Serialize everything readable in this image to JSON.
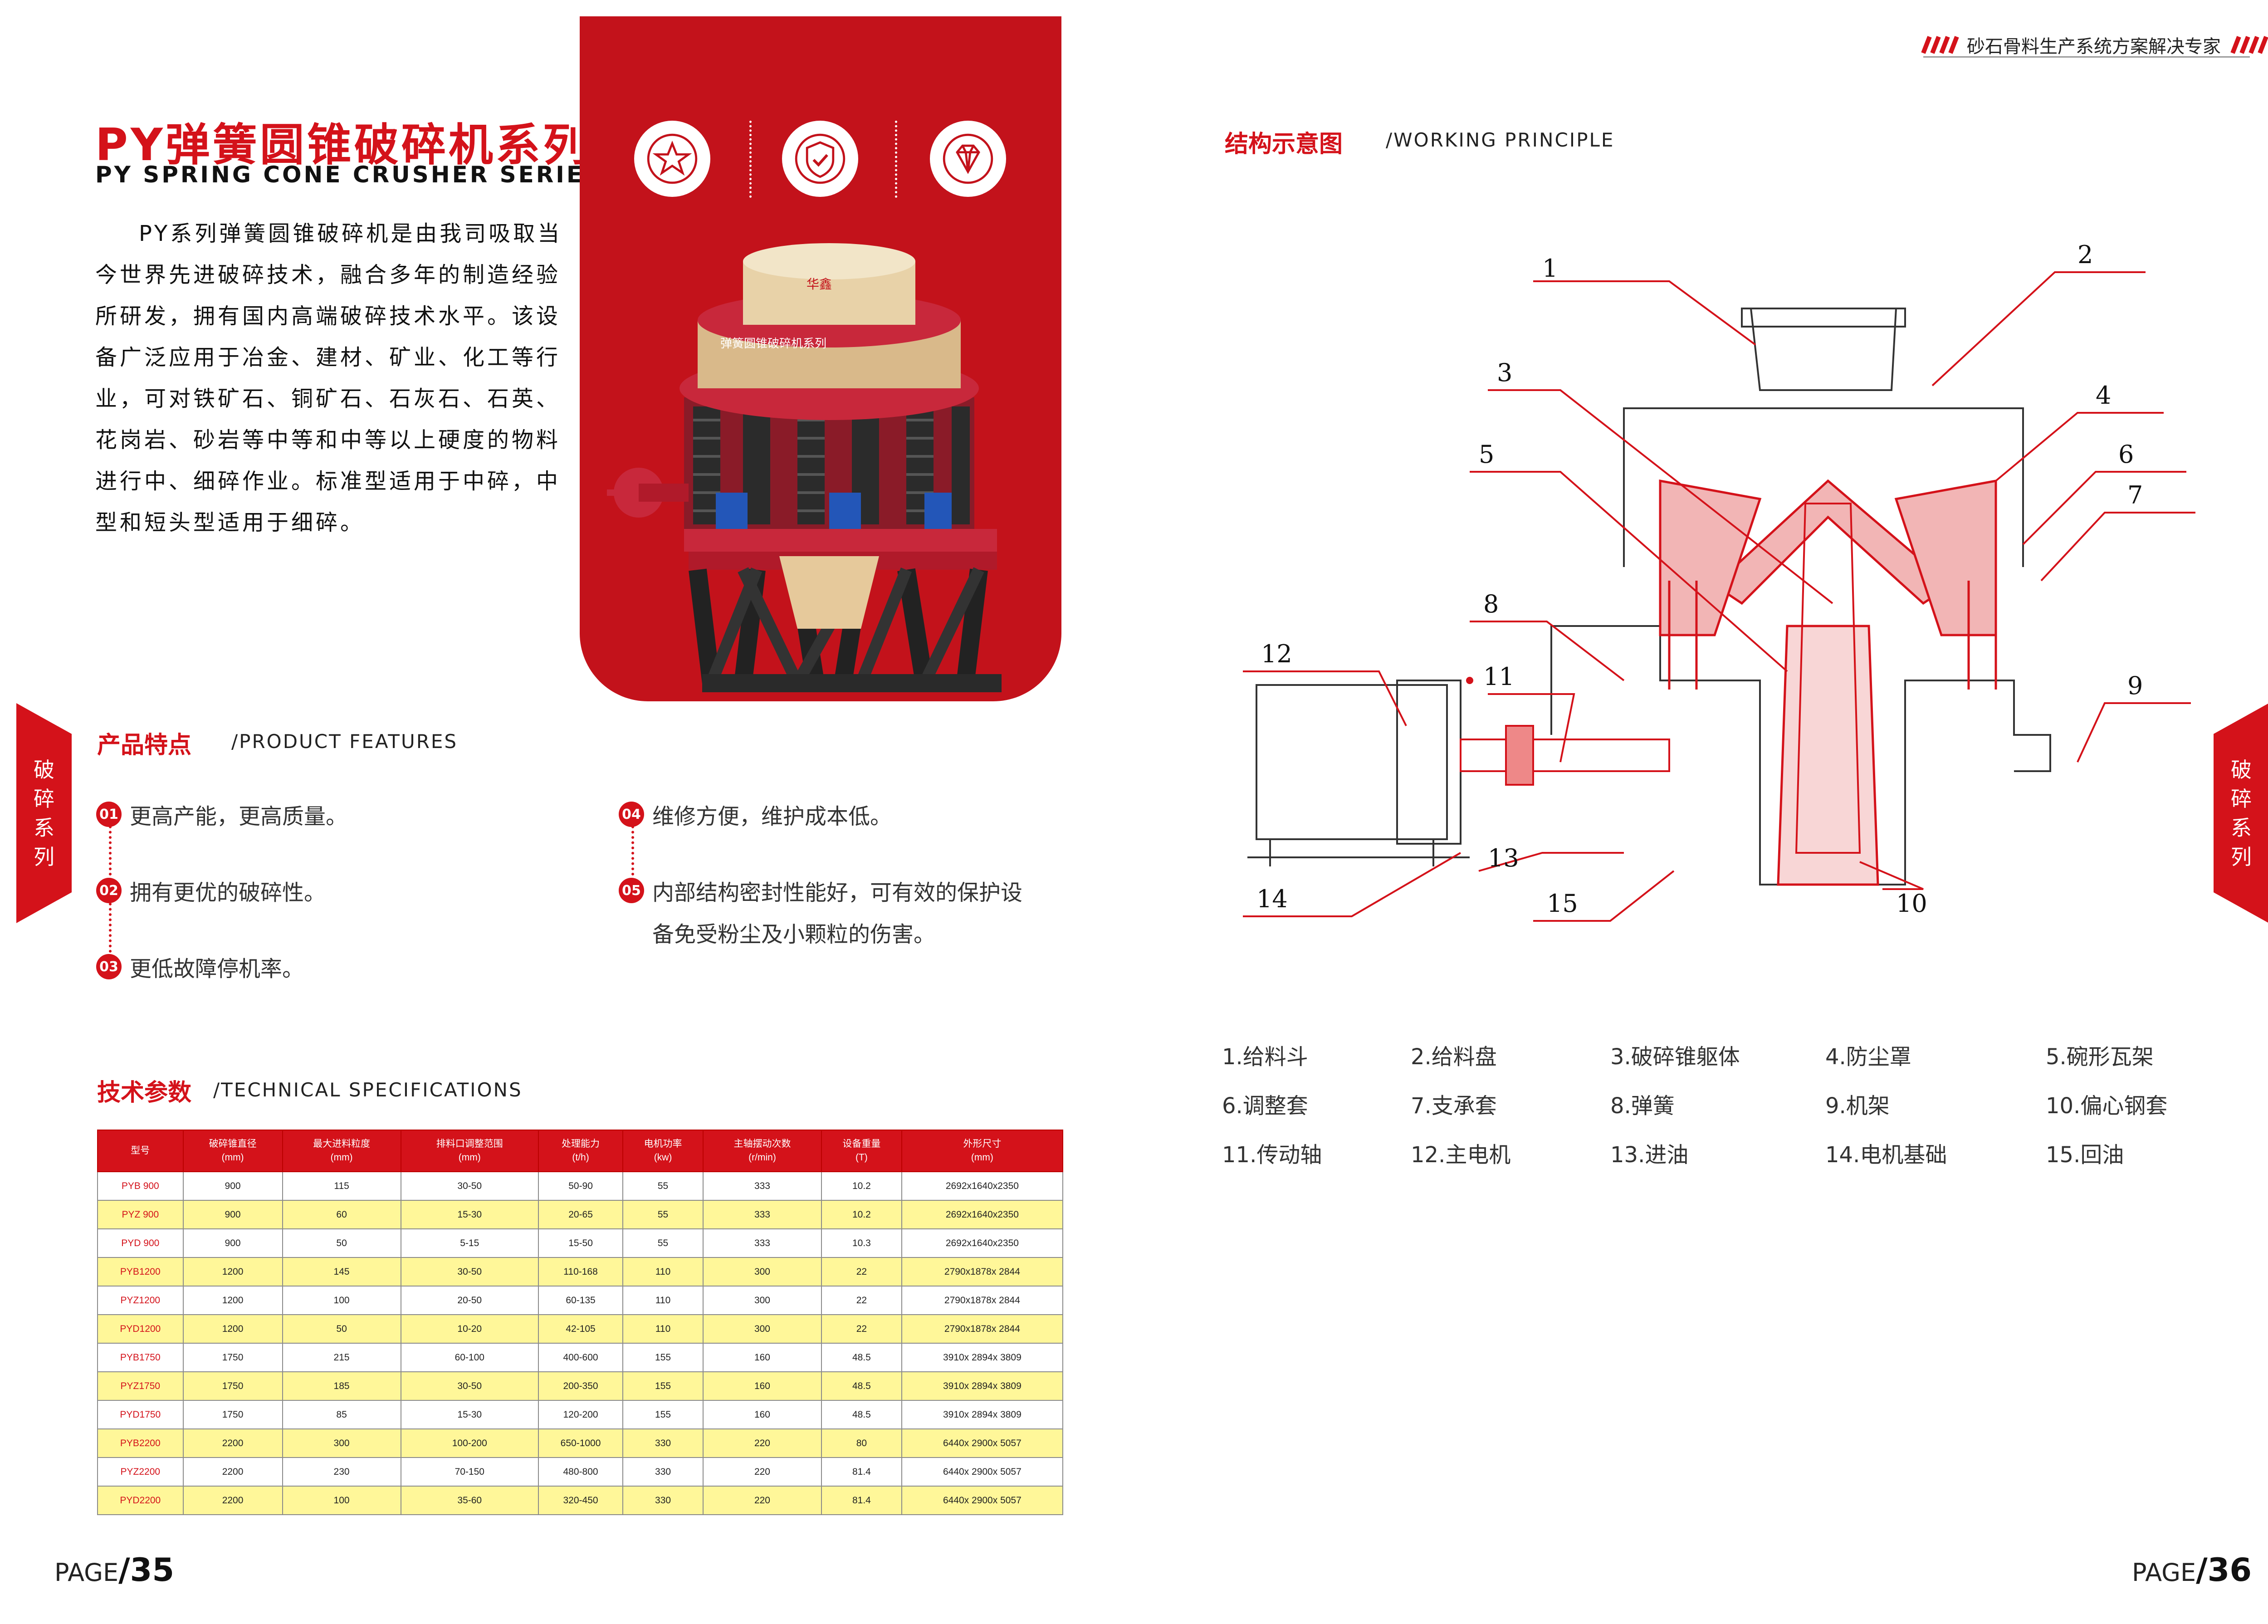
{
  "header": {
    "slogan": "砂石骨料生产系统方案解决专家"
  },
  "title": {
    "cn": "PY弹簧圆锥破碎机系列",
    "en": "PY SPRING CONE CRUSHER SERIES"
  },
  "intro": "PY系列弹簧圆锥破碎机是由我司吸取当今世界先进破碎技术，融合多年的制造经验所研发，拥有国内高端破碎技术水平。该设备广泛应用于冶金、建材、矿业、化工等行业，可对铁矿石、铜矿石、石灰石、石英、花岗岩、砂岩等中等和中等以上硬度的物料进行中、细碎作业。标准型适用于中碎，中型和短头型适用于细碎。",
  "panel": {
    "icons": [
      "medal-icon",
      "shield-check-icon",
      "diamond-icon"
    ],
    "machine_label": "弹簧圆锥破碎机系列",
    "machine_logo": "华鑫"
  },
  "features": {
    "title_cn": "产品特点",
    "title_en": "/PRODUCT FEATURES",
    "items": [
      {
        "num": "01",
        "text": "更高产能，更高质量。"
      },
      {
        "num": "02",
        "text": "拥有更优的破碎性。"
      },
      {
        "num": "03",
        "text": "更低故障停机率。"
      },
      {
        "num": "04",
        "text": "维修方便，维护成本低。"
      },
      {
        "num": "05",
        "text": "内部结构密封性能好，可有效的保护设备免受粉尘及小颗粒的伤害。",
        "line1": "内部结构密封性能好，可有效的保护设",
        "line2": "备免受粉尘及小颗粒的伤害。"
      }
    ]
  },
  "specs": {
    "title_cn": "技术参数",
    "title_en": "/TECHNICAL SPECIFICATIONS",
    "headers": [
      [
        "型号",
        ""
      ],
      [
        "破碎锥直径",
        "(mm)"
      ],
      [
        "最大进料粒度",
        "(mm)"
      ],
      [
        "排料口调整范围",
        "(mm)"
      ],
      [
        "处理能力",
        "(t/h)"
      ],
      [
        "电机功率",
        "(kw)"
      ],
      [
        "主轴摆动次数",
        "(r/min)"
      ],
      [
        "设备重量",
        "(T)"
      ],
      [
        "外形尺寸",
        "(mm)"
      ]
    ],
    "rows": [
      [
        "PYB 900",
        "900",
        "115",
        "30-50",
        "50-90",
        "55",
        "333",
        "10.2",
        "2692x1640x2350"
      ],
      [
        "PYZ 900",
        "900",
        "60",
        "15-30",
        "20-65",
        "55",
        "333",
        "10.2",
        "2692x1640x2350"
      ],
      [
        "PYD 900",
        "900",
        "50",
        "5-15",
        "15-50",
        "55",
        "333",
        "10.3",
        "2692x1640x2350"
      ],
      [
        "PYB1200",
        "1200",
        "145",
        "30-50",
        "110-168",
        "110",
        "300",
        "22",
        "2790x1878x 2844"
      ],
      [
        "PYZ1200",
        "1200",
        "100",
        "20-50",
        "60-135",
        "110",
        "300",
        "22",
        "2790x1878x 2844"
      ],
      [
        "PYD1200",
        "1200",
        "50",
        "10-20",
        "42-105",
        "110",
        "300",
        "22",
        "2790x1878x 2844"
      ],
      [
        "PYB1750",
        "1750",
        "215",
        "60-100",
        "400-600",
        "155",
        "160",
        "48.5",
        "3910x 2894x 3809"
      ],
      [
        "PYZ1750",
        "1750",
        "185",
        "30-50",
        "200-350",
        "155",
        "160",
        "48.5",
        "3910x 2894x 3809"
      ],
      [
        "PYD1750",
        "1750",
        "85",
        "15-30",
        "120-200",
        "155",
        "160",
        "48.5",
        "3910x 2894x 3809"
      ],
      [
        "PYB2200",
        "2200",
        "300",
        "100-200",
        "650-1000",
        "330",
        "220",
        "80",
        "6440x 2900x 5057"
      ],
      [
        "PYZ2200",
        "2200",
        "230",
        "70-150",
        "480-800",
        "330",
        "220",
        "81.4",
        "6440x 2900x 5057"
      ],
      [
        "PYD2200",
        "2200",
        "100",
        "35-60",
        "320-450",
        "330",
        "220",
        "81.4",
        "6440x 2900x 5057"
      ]
    ]
  },
  "principle": {
    "title_cn": "结构示意图",
    "title_en": "/WORKING PRINCIPLE",
    "callouts": [
      "1",
      "2",
      "3",
      "4",
      "5",
      "6",
      "7",
      "8",
      "9",
      "10",
      "11",
      "12",
      "13",
      "14",
      "15"
    ]
  },
  "parts": [
    [
      "1.给料斗",
      "2.给料盘",
      "3.破碎锥躯体",
      "4.防尘罩",
      "5.碗形瓦架"
    ],
    [
      "6.调整套",
      "7.支承套",
      "8.弹簧",
      "9.机架",
      "10.偏心钢套"
    ],
    [
      "11.传动轴",
      "12.主电机",
      "13.进油",
      "14.电机基础",
      "15.回油"
    ]
  ],
  "side_tabs": {
    "left": [
      "破",
      "碎",
      "系",
      "列"
    ],
    "right": [
      "破",
      "碎",
      "系",
      "列"
    ]
  },
  "pages": {
    "left_prefix": "PAGE",
    "left_num": "/35",
    "right_prefix": "PAGE",
    "right_num": "/36"
  },
  "colors": {
    "brand_red": "#d4121a",
    "panel_red": "#c3121b",
    "highlight_yellow": "#fff799"
  }
}
